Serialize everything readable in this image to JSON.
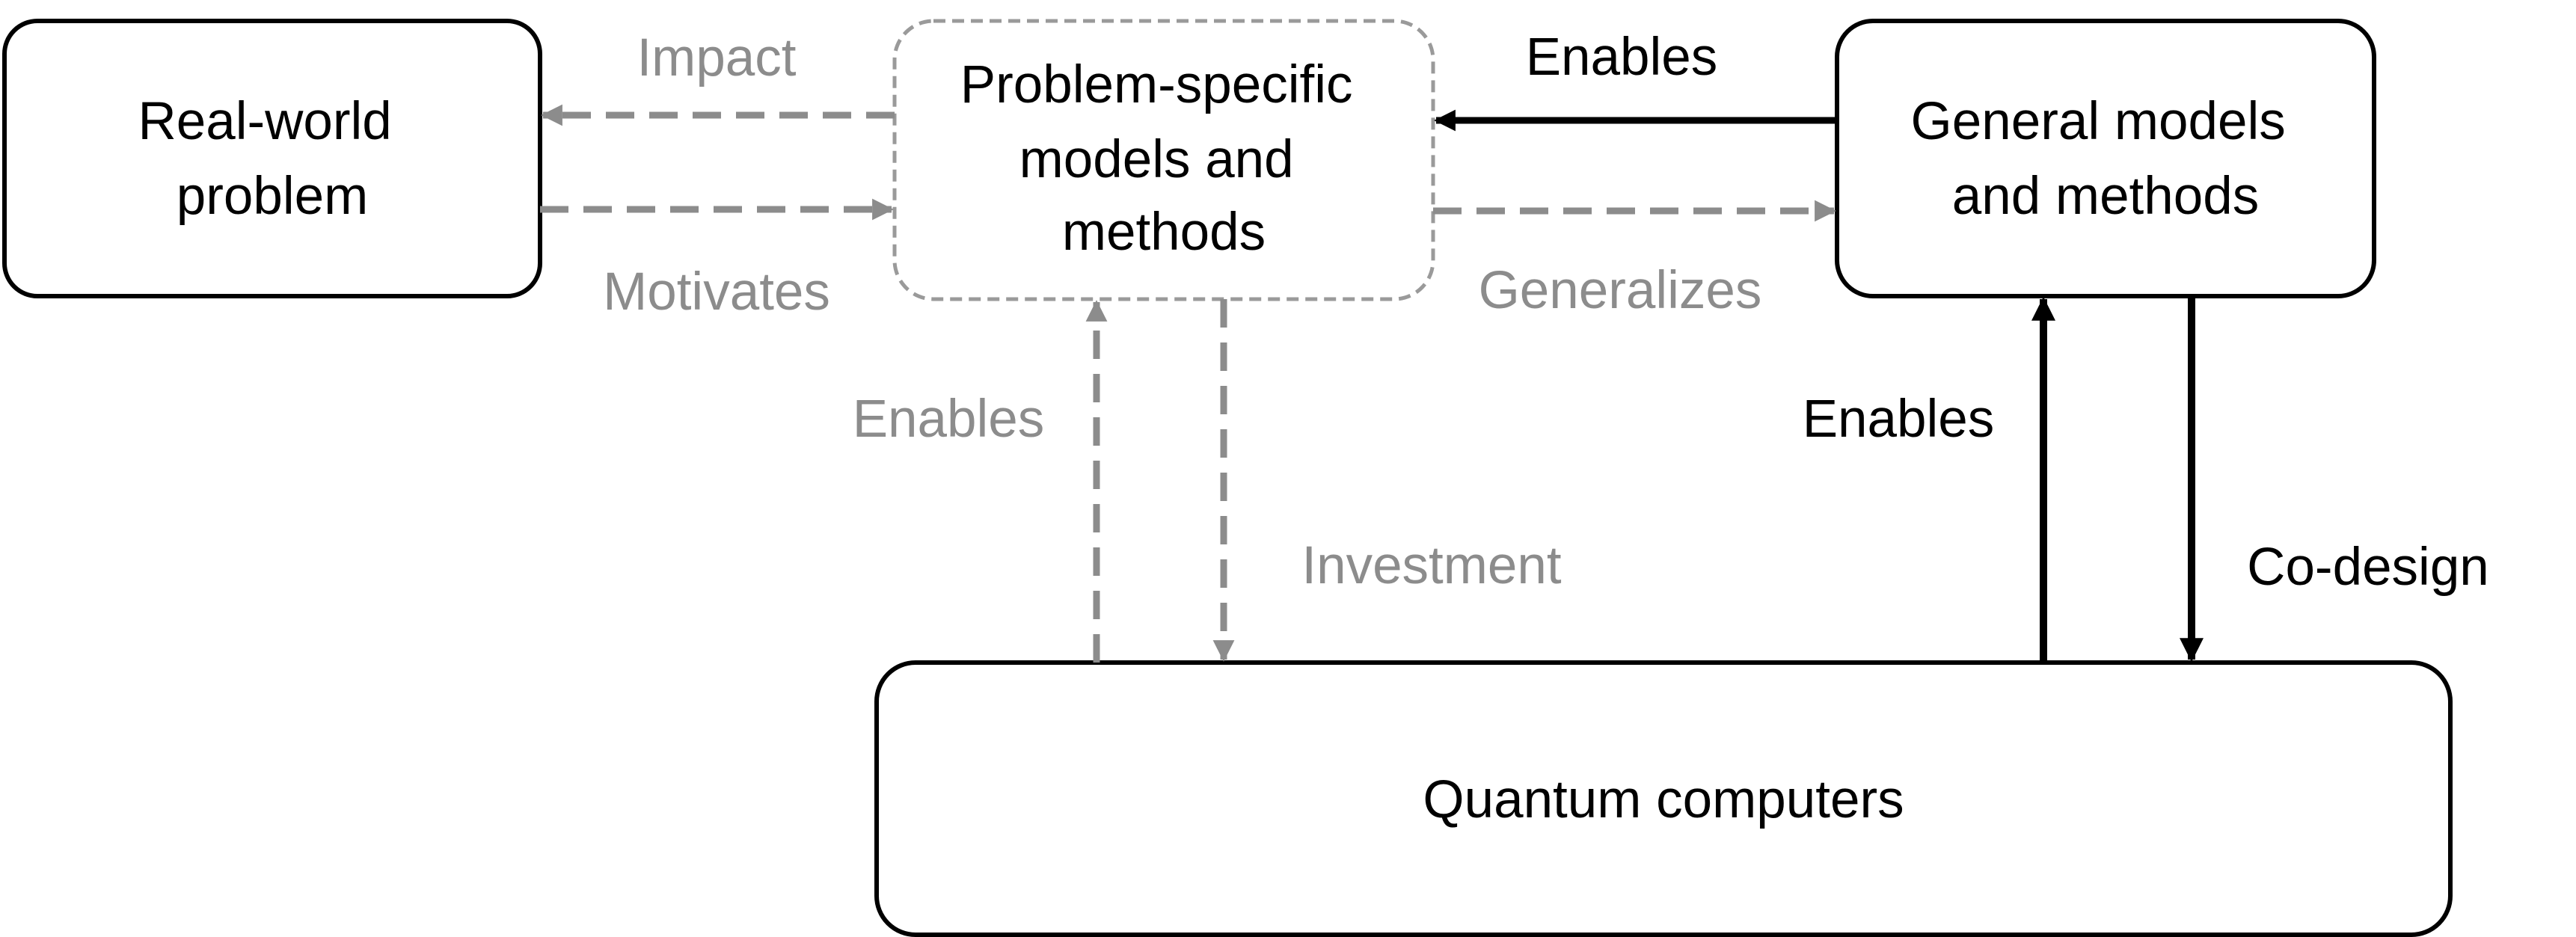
{
  "diagram": {
    "nodes": {
      "real_world_problem": {
        "lines": [
          "Real-world",
          "problem"
        ],
        "border": "solid"
      },
      "problem_specific": {
        "lines": [
          "Problem-specific",
          "models and",
          "methods"
        ],
        "border": "dashed"
      },
      "general_models": {
        "lines": [
          "General models",
          "and methods"
        ],
        "border": "solid"
      },
      "quantum_computers": {
        "lines": [
          "Quantum computers"
        ],
        "border": "solid"
      }
    },
    "edges": {
      "impact": {
        "label": "Impact",
        "from": "Problem-specific models and methods",
        "to": "Real-world problem",
        "style": "dashed"
      },
      "motivates": {
        "label": "Motivates",
        "from": "Real-world problem",
        "to": "Problem-specific models and methods",
        "style": "dashed"
      },
      "enables_general_to_specific": {
        "label": "Enables",
        "from": "General models and methods",
        "to": "Problem-specific models and methods",
        "style": "solid"
      },
      "generalizes": {
        "label": "Generalizes",
        "from": "Problem-specific models and methods",
        "to": "General models and methods",
        "style": "dashed"
      },
      "enables_quantum_to_specific": {
        "label": "Enables",
        "from": "Quantum computers",
        "to": "Problem-specific models and methods",
        "style": "dashed"
      },
      "investment": {
        "label": "Investment",
        "from": "Problem-specific models and methods",
        "to": "Quantum computers",
        "style": "dashed"
      },
      "enables_quantum_to_general": {
        "label": "Enables",
        "from": "Quantum computers",
        "to": "General models and methods",
        "style": "solid"
      },
      "co_design": {
        "label": "Co-design",
        "from": "General models and methods",
        "to": "Quantum computers",
        "style": "solid"
      }
    },
    "colors": {
      "solid": "#000000",
      "dashed": "#8c8c8c"
    }
  }
}
